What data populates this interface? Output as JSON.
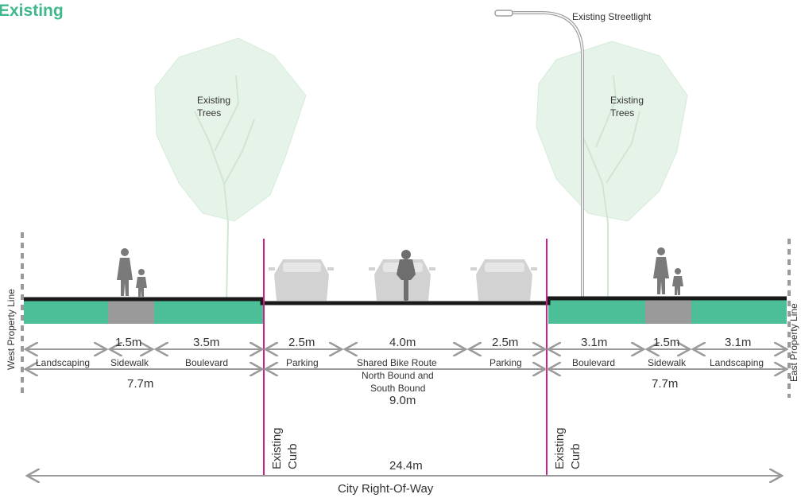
{
  "title": "Existing",
  "labels": {
    "streetlight": "Existing Streetlight",
    "trees_left_1": "Existing",
    "trees_left_2": "Trees",
    "trees_right_1": "Existing",
    "trees_right_2": "Trees",
    "west_property_line": "West Property Line",
    "east_property_line": "East Property Line",
    "curb_left_1": "Existing",
    "curb_left_2": "Curb",
    "curb_right_1": "Existing",
    "curb_right_2": "Curb"
  },
  "segments": {
    "landscaping_left": {
      "width": "",
      "name": "Landscaping"
    },
    "sidewalk_left": {
      "width": "1.5m",
      "name": "Sidewalk"
    },
    "boulevard_left": {
      "width": "3.5m",
      "name": "Boulevard"
    },
    "parking_left": {
      "width": "2.5m",
      "name": "Parking"
    },
    "bike_route": {
      "width": "4.0m",
      "name_1": "Shared Bike Route",
      "name_2": "North Bound and",
      "name_3": "South Bound"
    },
    "parking_right": {
      "width": "2.5m",
      "name": "Parking"
    },
    "boulevard_right": {
      "width": "3.1m",
      "name": "Boulevard"
    },
    "sidewalk_right": {
      "width": "1.5m",
      "name": "Sidewalk"
    },
    "landscaping_right": {
      "width": "3.1m",
      "name": "Landscaping"
    }
  },
  "totals": {
    "west_side": "7.7m",
    "roadway": "9.0m",
    "east_side": "7.7m",
    "right_of_way": "24.4m",
    "right_of_way_label": "City Right-Of-Way"
  },
  "colors": {
    "landscape": "#4dbf98",
    "sidewalk": "#9a9a9a",
    "curb_line": "#cc1f8a",
    "tree": "#e6f3e8",
    "vehicle": "#d2d2d2",
    "title": "#3fb98c"
  }
}
